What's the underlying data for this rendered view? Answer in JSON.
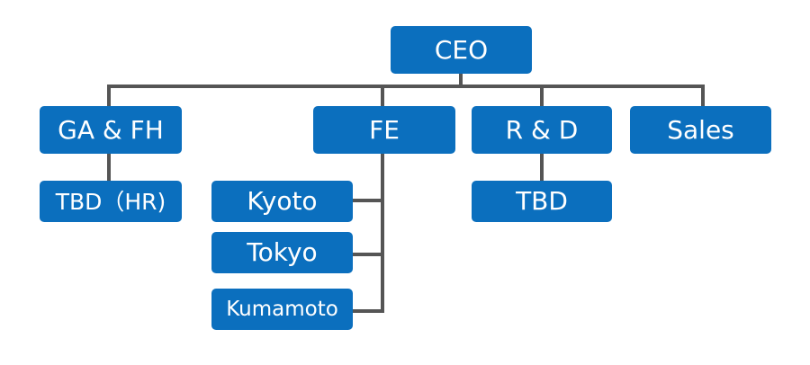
{
  "org_chart": {
    "line_color": "#555555",
    "node_color": "#0b6fbe",
    "text_color": "#ffffff",
    "nodes": {
      "ceo": "CEO",
      "ga_fh": "GA & FH",
      "fe": "FE",
      "rd": "R & D",
      "sales": "Sales",
      "tbd_hr": "TBD（HR)",
      "kyoto": "Kyoto",
      "tokyo": "Tokyo",
      "kumamoto": "Kumamoto",
      "tbd": "TBD"
    }
  }
}
